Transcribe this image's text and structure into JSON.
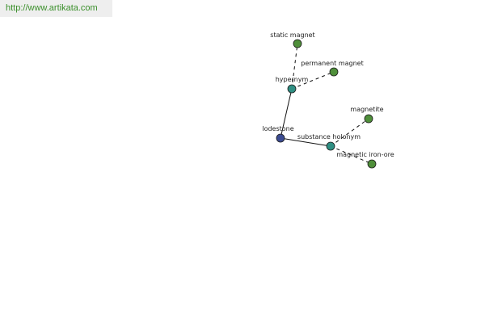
{
  "header": {
    "url": "http://www.artikata.com"
  },
  "colors": {
    "root": "#3b4b91",
    "relation": "#2f8f83",
    "leaf": "#4f8f3a",
    "edge": "#111111",
    "url_text": "#3a8f2a"
  },
  "graph": {
    "nodes": [
      {
        "id": "lodestone",
        "label": "lodestone",
        "kind": "root"
      },
      {
        "id": "hypernym",
        "label": "hypernym",
        "kind": "relation"
      },
      {
        "id": "substance-holonym",
        "label": "substance holonym",
        "kind": "relation"
      },
      {
        "id": "static-magnet",
        "label": "static magnet",
        "kind": "leaf"
      },
      {
        "id": "permanent-magnet",
        "label": "permanent magnet",
        "kind": "leaf"
      },
      {
        "id": "magnetite",
        "label": "magnetite",
        "kind": "leaf"
      },
      {
        "id": "magnetic-iron-ore",
        "label": "magnetic iron-ore",
        "kind": "leaf"
      }
    ],
    "edges": [
      {
        "from": "lodestone",
        "to": "hypernym",
        "style": "solid"
      },
      {
        "from": "lodestone",
        "to": "substance-holonym",
        "style": "solid"
      },
      {
        "from": "hypernym",
        "to": "static-magnet",
        "style": "dashed"
      },
      {
        "from": "hypernym",
        "to": "permanent-magnet",
        "style": "dashed"
      },
      {
        "from": "substance-holonym",
        "to": "magnetite",
        "style": "dashed"
      },
      {
        "from": "substance-holonym",
        "to": "magnetic-iron-ore",
        "style": "dashed"
      }
    ]
  }
}
